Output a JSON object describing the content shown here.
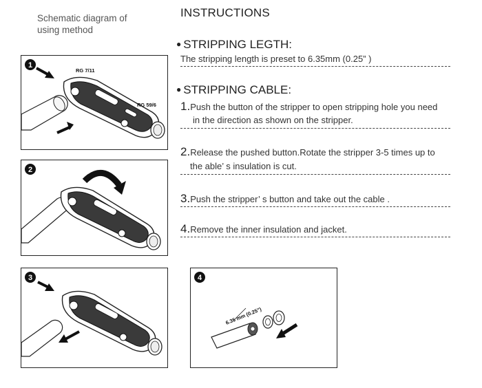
{
  "header": {
    "caption_line1": "Schematic diagram of",
    "caption_line2": "using method",
    "title": "INSTRUCTIONS"
  },
  "stripping_length": {
    "heading": "STRIPPING LEGTH:",
    "text": "The stripping length is preset to 6.35mm (0.25” )"
  },
  "stripping_cable": {
    "heading": "STRIPPING CABLE:",
    "steps": [
      {
        "num": "1.",
        "line1": "Push the button of the stripper to open stripping hole you need",
        "line2": "in the direction as shown on the stripper."
      },
      {
        "num": "2.",
        "line1": "Release the pushed button.Rotate the stripper 3-5 times up to",
        "line2": "the  able’ s insulation is cut."
      },
      {
        "num": "3.",
        "line1": "Push the stripper’ s button and take out the cable ."
      },
      {
        "num": "4.",
        "line1": "Remove the inner insulation and jacket."
      }
    ]
  },
  "figures": {
    "fig1": {
      "badge": "1",
      "label_a": "RG 7/11",
      "label_b": "RG 59/6"
    },
    "fig2": {
      "badge": "2"
    },
    "fig3": {
      "badge": "3"
    },
    "fig4": {
      "badge": "4",
      "measure_label": "6.35 mm (0.25\")"
    }
  }
}
